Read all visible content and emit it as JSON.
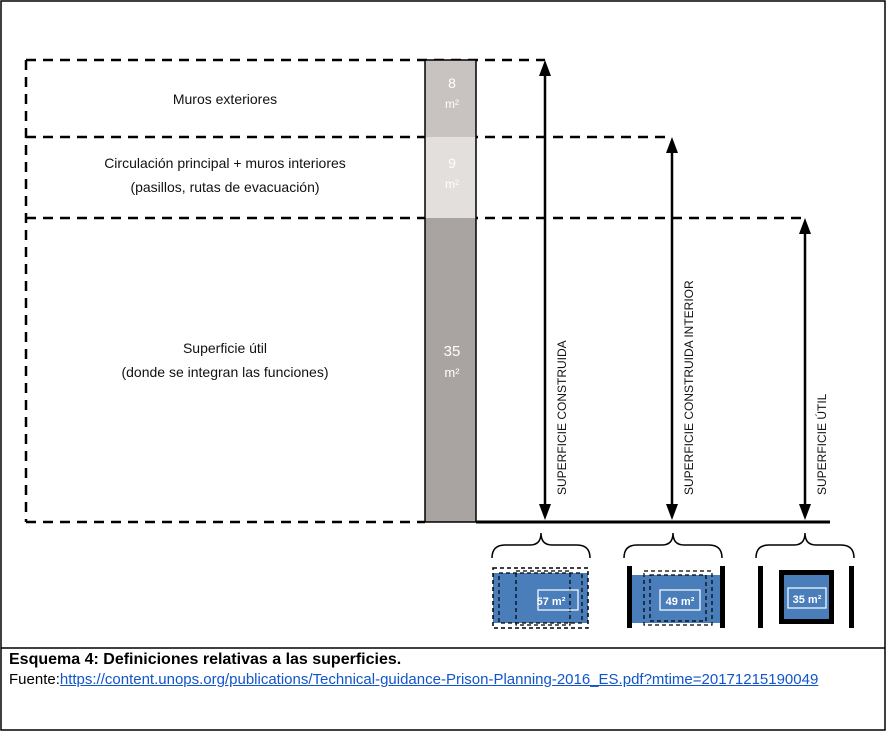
{
  "diagram": {
    "zones": [
      {
        "label_lines": [
          "Muros exteriores"
        ],
        "value": "8",
        "unit": "m²",
        "fill": "#c8c3c0"
      },
      {
        "label_lines": [
          "Circulación principal + muros interiores",
          "(pasillos, rutas de evacuación)"
        ],
        "value": "9",
        "unit": "m²",
        "fill": "#e2dfdd"
      },
      {
        "label_lines": [
          "Superficie útil",
          "(donde se integran las funciones)"
        ],
        "value": "35",
        "unit": "m²",
        "fill": "#a9a4a1"
      }
    ],
    "arrows": [
      {
        "label": "SUPERFICIE CONSTRUIDA"
      },
      {
        "label": "SUPERFICIE CONSTRUIDA INTERIOR"
      },
      {
        "label": "SUPERFICIE ÚTIL"
      }
    ],
    "plans": [
      {
        "value": "57 m²"
      },
      {
        "value": "49 m²"
      },
      {
        "value": "35 m²"
      }
    ],
    "colors": {
      "plan_fill": "#4a7ebb",
      "outline": "#000000"
    }
  },
  "caption": {
    "title": "Esquema 4: Definiciones relativas a las superficies.",
    "source_prefix": "Fuente:",
    "source_url": "https://content.unops.org/publications/Technical-guidance-Prison-Planning-2016_ES.pdf?mtime=20171215190049"
  }
}
